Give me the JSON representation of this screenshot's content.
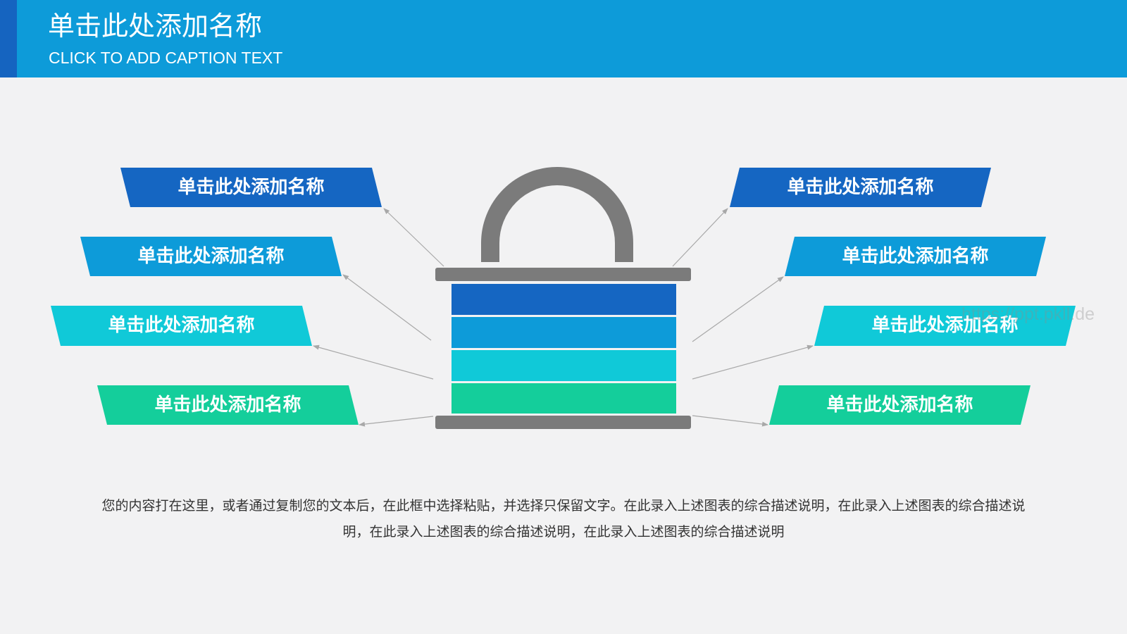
{
  "header": {
    "title": "单击此处添加名称",
    "subtitle": "CLICK TO ADD CAPTION TEXT"
  },
  "colors": {
    "header_bg": "#0d9bd9",
    "header_accent": "#1564c0",
    "lock_gray": "#7b7b7b",
    "level_1": "#1566c2",
    "level_2": "#0d9bd9",
    "level_3": "#10c9d8",
    "level_4": "#14ce9b"
  },
  "lock": {
    "stripes": [
      "level-1",
      "level-2",
      "level-3",
      "level-4"
    ]
  },
  "left_boxes": [
    {
      "label": "单击此处添加名称",
      "color": "#1566c2"
    },
    {
      "label": "单击此处添加名称",
      "color": "#0d9bd9"
    },
    {
      "label": "单击此处添加名称",
      "color": "#10c9d8"
    },
    {
      "label": "单击此处添加名称",
      "color": "#14ce9b"
    }
  ],
  "right_boxes": [
    {
      "label": "单击此处添加名称",
      "color": "#1566c2"
    },
    {
      "label": "单击此处添加名称",
      "color": "#0d9bd9"
    },
    {
      "label": "单击此处添加名称",
      "color": "#10c9d8"
    },
    {
      "label": "单击此处添加名称",
      "color": "#14ce9b"
    }
  ],
  "watermark": "https://ppt.pkll.de",
  "description": "您的内容打在这里，或者通过复制您的文本后，在此框中选择粘贴，并选择只保留文字。在此录入上述图表的综合描述说明，在此录入上述图表的综合描述说明，在此录入上述图表的综合描述说明，在此录入上述图表的综合描述说明"
}
